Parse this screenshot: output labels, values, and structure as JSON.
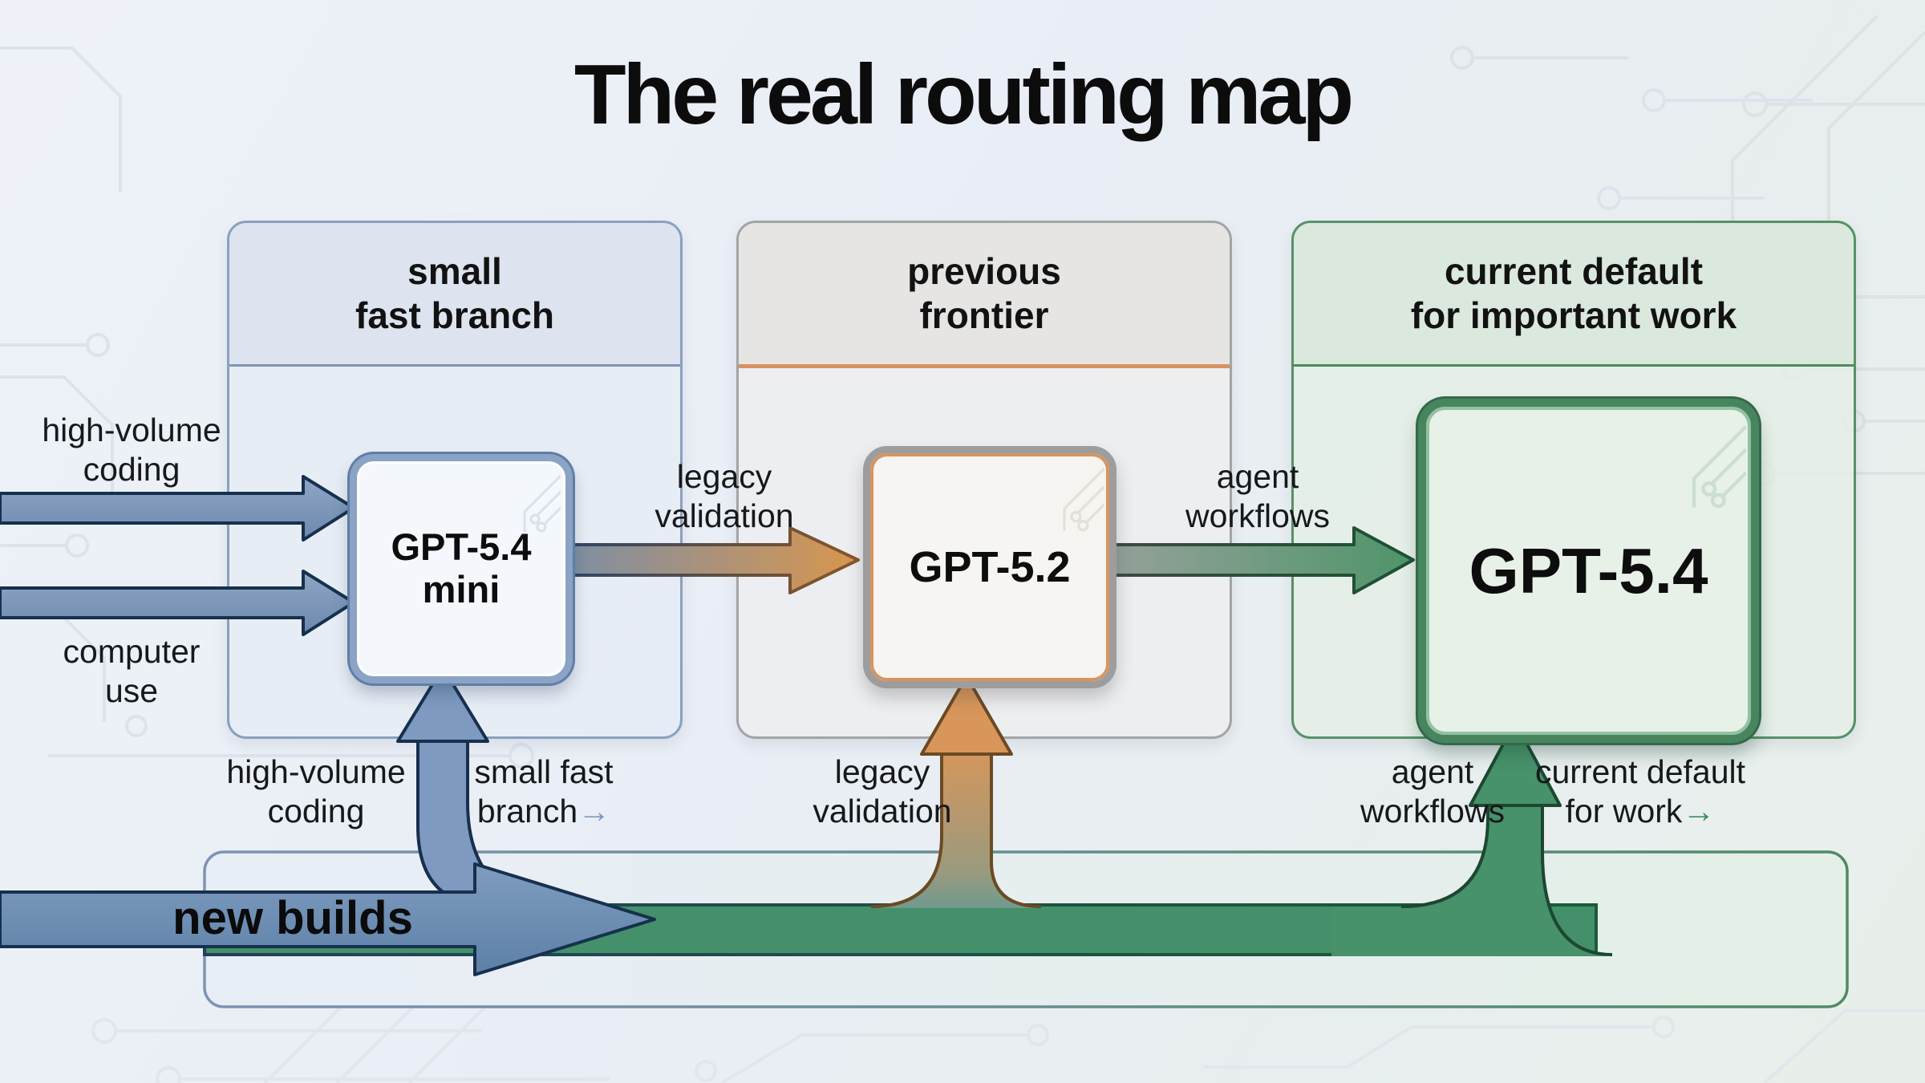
{
  "title": "The real routing map",
  "columns": [
    {
      "id": "small-fast-branch",
      "header": "small\nfast branch",
      "accent": "#7e94b5"
    },
    {
      "id": "previous-frontier",
      "header": "previous\nfrontier",
      "accent": "#97999b",
      "underline": "#d8925f"
    },
    {
      "id": "current-default",
      "header": "current default\nfor important work",
      "accent": "#4d8a62"
    }
  ],
  "boxes": {
    "mini": "GPT-5.4\nmini",
    "prev": "GPT-5.2",
    "current": "GPT-5.4"
  },
  "edge_labels": {
    "high_volume_coding_left": "high-volume\ncoding",
    "computer_use": "computer\nuse",
    "legacy_validation_top": "legacy\nvalidation",
    "agent_workflows_top": "agent\nworkflows",
    "high_volume_coding_bottom": "high-volume\ncoding",
    "small_fast_branch_bottom": "small fast\nbranch",
    "small_fast_branch_glyph": "→",
    "legacy_validation_bottom": "legacy\nvalidation",
    "agent_workflows_bottom": "agent\nworkflows",
    "current_default_bottom": "current default\nfor work",
    "current_default_glyph": "→",
    "new_builds": "new builds"
  },
  "colors": {
    "blue_arrow": "#7e9ac0",
    "blue_arrow_stroke": "#16304e",
    "orange": "#d8965a",
    "green": "#47916b",
    "green_stroke": "#1c4731",
    "band_left": "#7494b8",
    "band_right": "#43906a",
    "blue_glyph": "#7b99c0",
    "green_glyph": "#3f8a63"
  }
}
